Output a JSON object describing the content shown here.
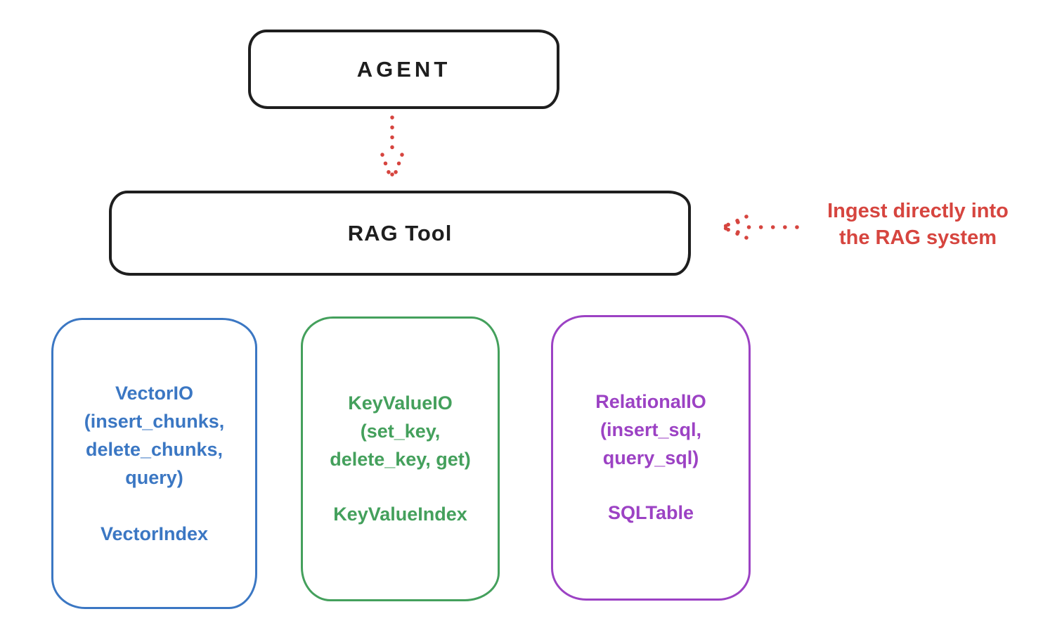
{
  "colors": {
    "stroke_black": "#1e1e1e",
    "vector_blue": "#3b77c3",
    "keyvalue_green": "#44a05c",
    "relational_purple": "#9c42c4",
    "annotation_red": "#d6453f",
    "background": "#ffffff"
  },
  "nodes": {
    "agent": {
      "label": "AGENT"
    },
    "rag_tool": {
      "label": "RAG Tool"
    }
  },
  "boxes": [
    {
      "id": "vector-io",
      "color": "#3b77c3",
      "lines": [
        "VectorIO",
        "(insert_chunks,",
        "delete_chunks,",
        "query)"
      ],
      "footer": "VectorIndex"
    },
    {
      "id": "key-value-io",
      "color": "#44a05c",
      "lines": [
        "KeyValueIO",
        "(set_key,",
        "delete_key, get)"
      ],
      "footer": "KeyValueIndex"
    },
    {
      "id": "relational-io",
      "color": "#9c42c4",
      "lines": [
        "RelationalIO",
        "(insert_sql,",
        "query_sql)"
      ],
      "footer": "SQLTable"
    }
  ],
  "annotation": {
    "line1": "Ingest directly into",
    "line2": "the RAG system"
  },
  "arrows": {
    "agent_to_rag": "dotted-down-arrow",
    "ingest_into_rag": "dotted-left-arrow"
  }
}
